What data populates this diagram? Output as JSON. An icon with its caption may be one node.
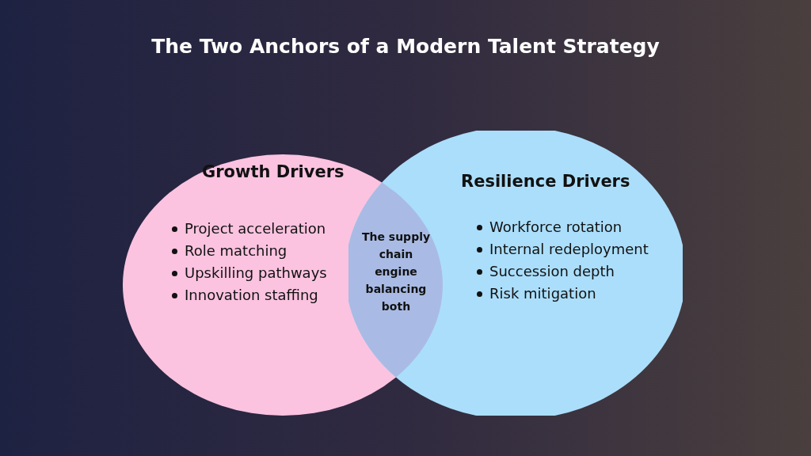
{
  "diagram": {
    "title": "The Two Anchors of a Modern Talent Strategy",
    "nodes": [
      {
        "text": [
          "Growth Drivers",
          "Project acceleration",
          "Role matching",
          "Upskilling pathways",
          "Innovation staffing"
        ]
      },
      {
        "text": [
          "Resilience Drivers",
          "Workforce rotation",
          "Internal redeployment",
          "Succession depth",
          "Risk mitigation"
        ]
      }
    ],
    "labels": [
      "The supply chain engine balancing both"
    ]
  }
}
